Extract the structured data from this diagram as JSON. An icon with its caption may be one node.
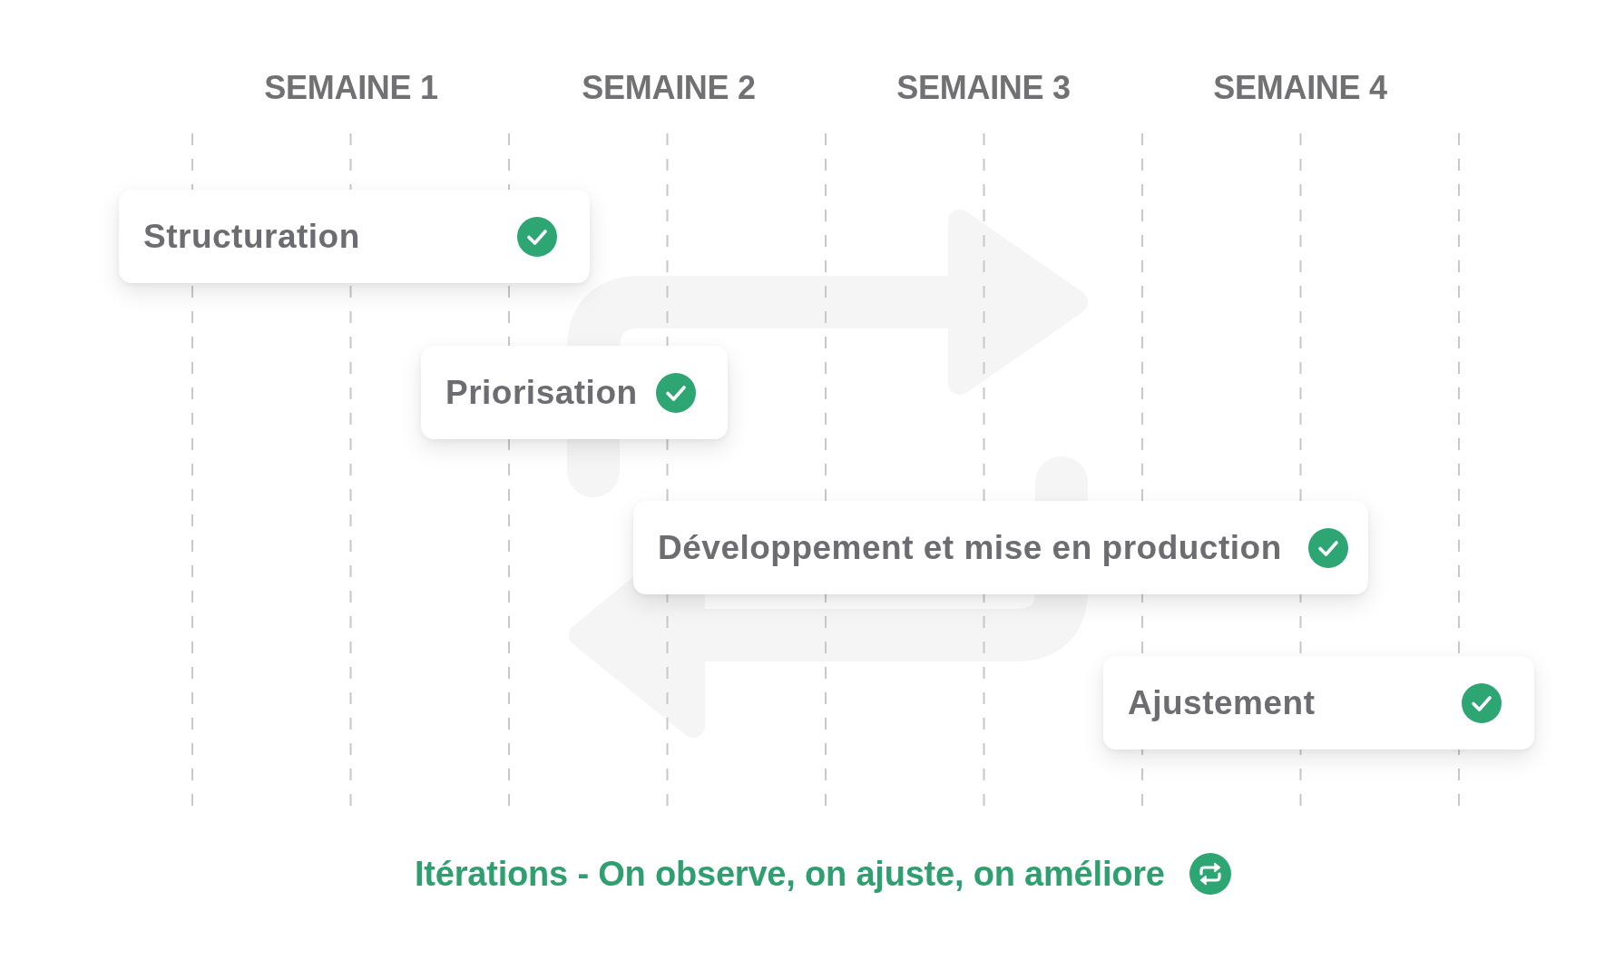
{
  "diagram": {
    "nodes": [
      {
        "text": [
          "Structuration"
        ]
      },
      {
        "text": [
          "Priorisation"
        ]
      },
      {
        "text": [
          "Développement et mise en production"
        ]
      },
      {
        "text": [
          "Ajustement"
        ]
      }
    ],
    "labels": [
      "SEMAINE 1",
      "SEMAINE 2",
      "SEMAINE 3",
      "SEMAINE 4"
    ],
    "caption": "Itérations - On observe, on ajuste, on améliore"
  }
}
